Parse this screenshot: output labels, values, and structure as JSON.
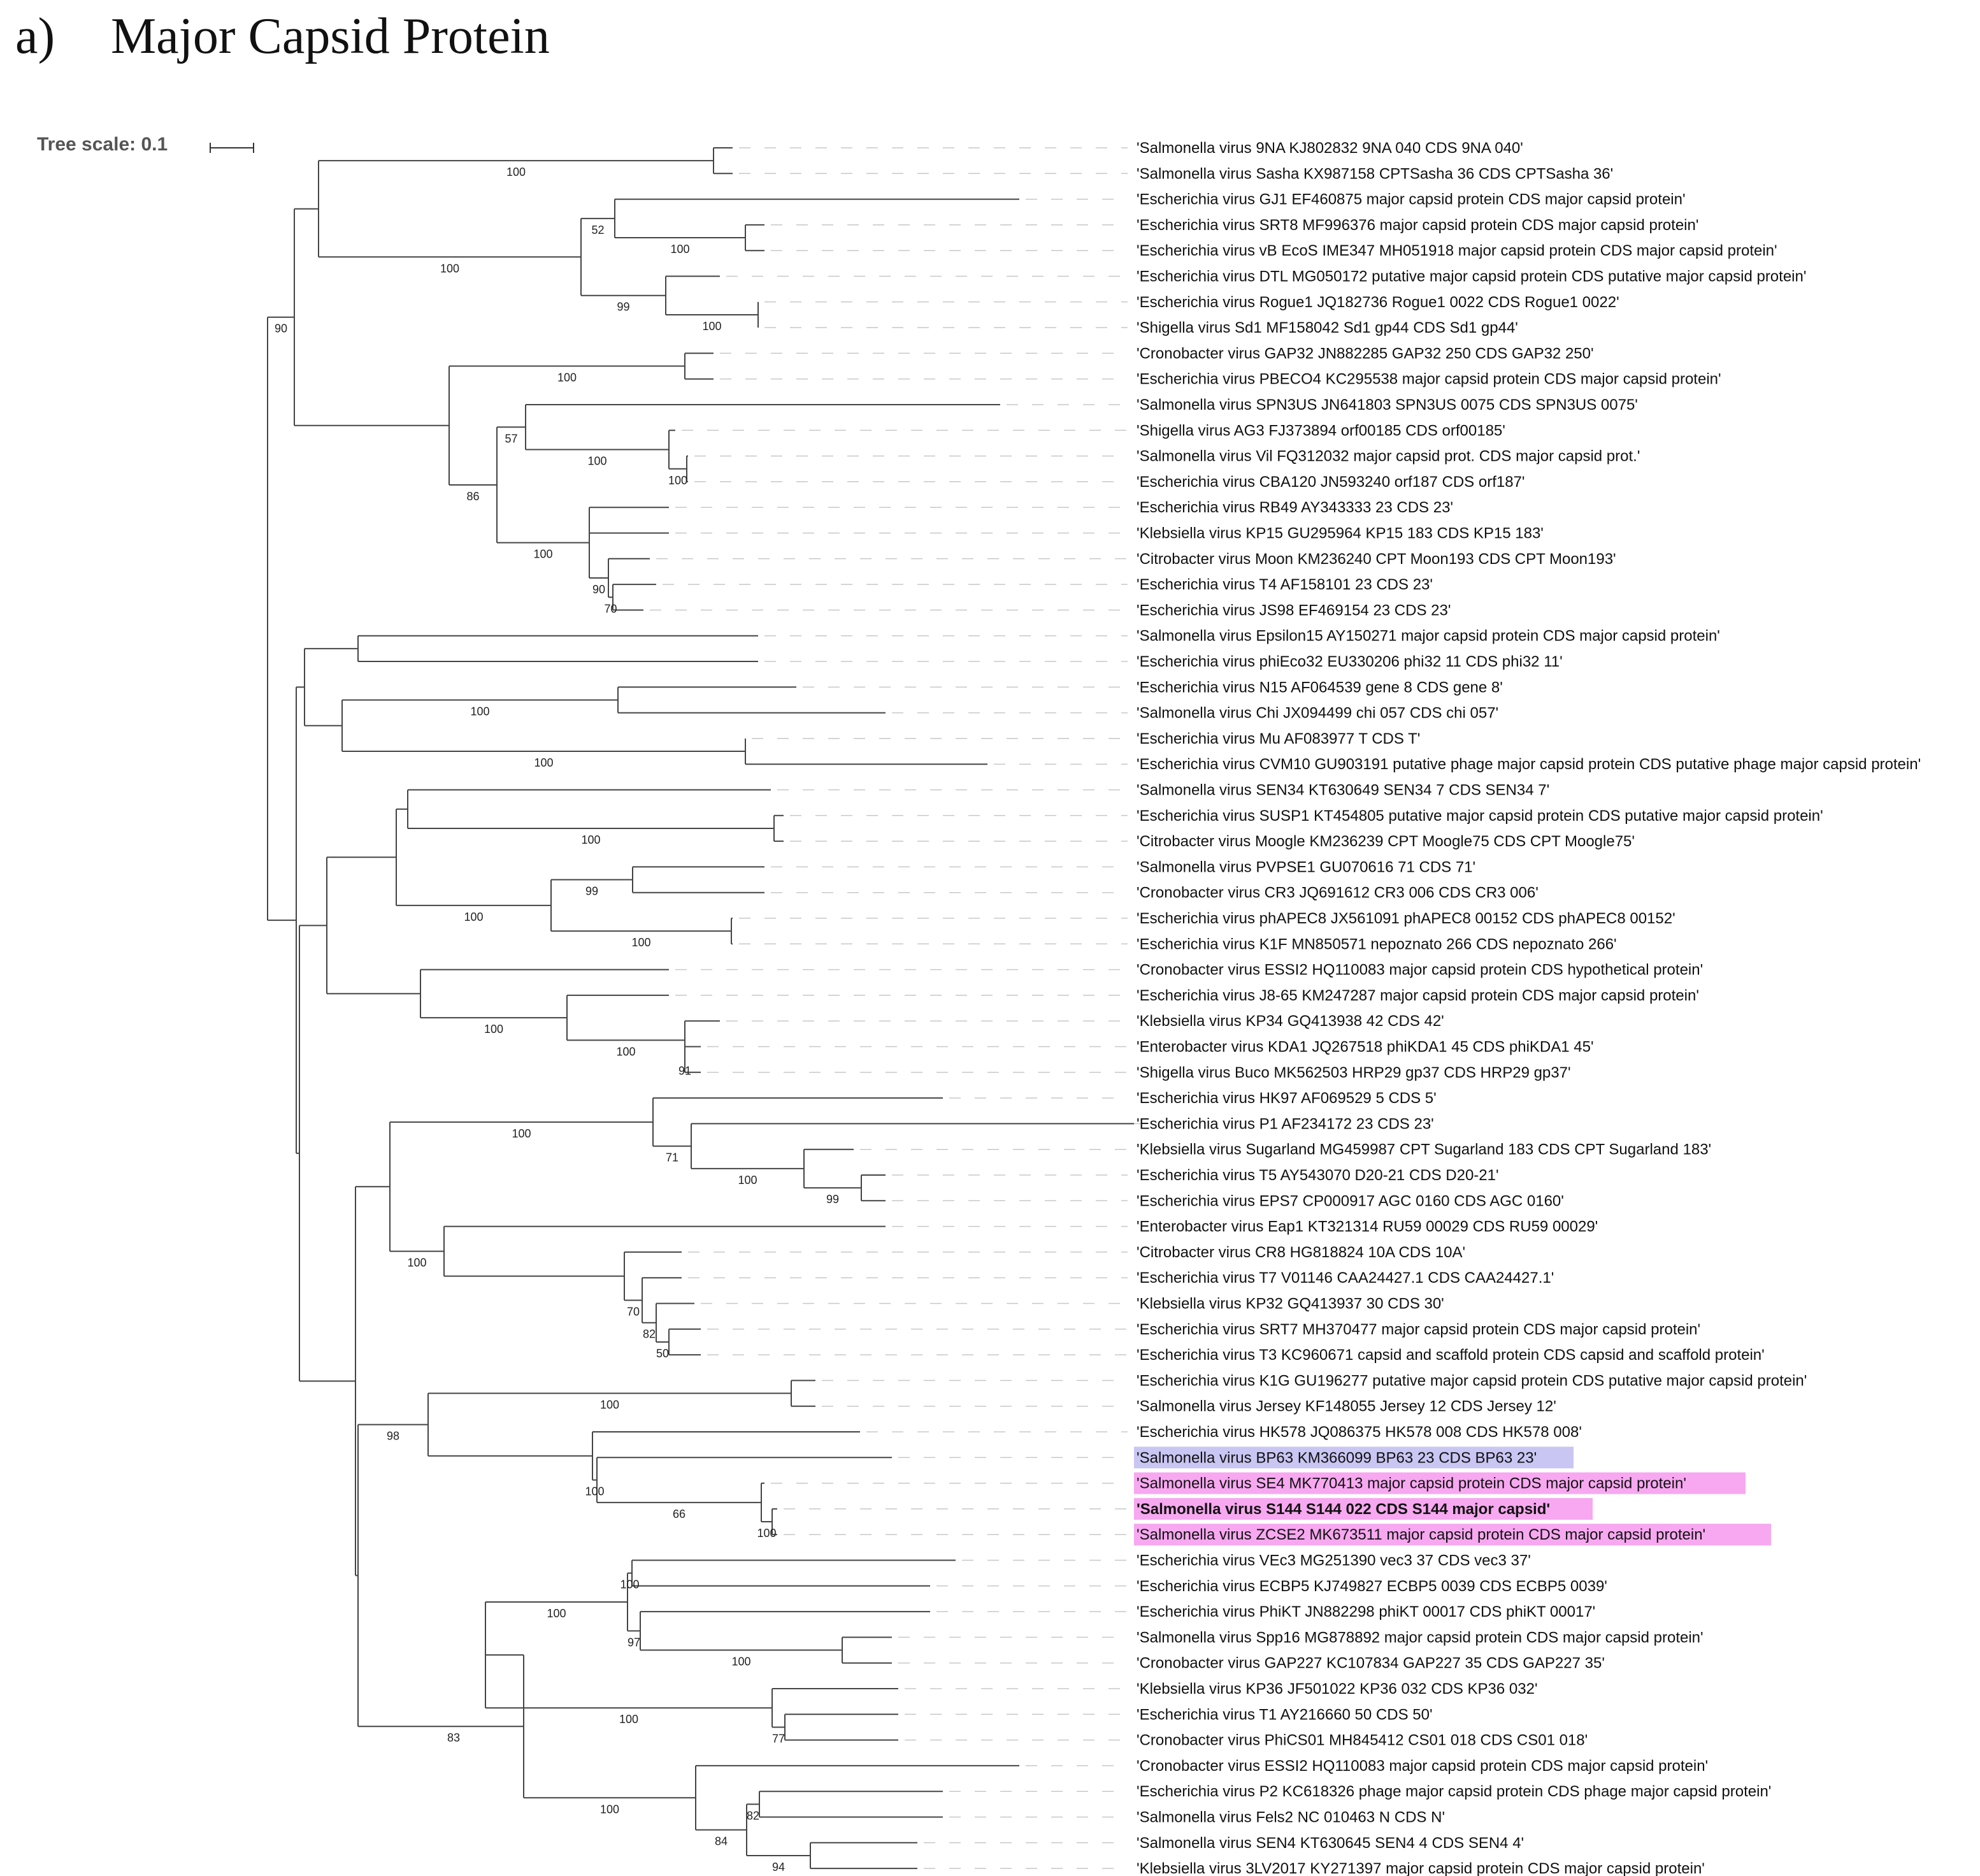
{
  "figure": {
    "panel": "a)",
    "title": "Major Capsid Protein",
    "tree_scale_label": "Tree scale: 0.1"
  },
  "colors": {
    "branch": "#444444",
    "dashes": "#c8c8c8",
    "highlight_blue": "#c9c6f3",
    "highlight_pink": "#f7a8f0"
  },
  "tree": {
    "branch_scale": 0.1,
    "leaves": [
      "'Salmonella virus 9NA KJ802832 9NA 040 CDS 9NA 040'",
      "'Salmonella virus Sasha KX987158 CPTSasha 36 CDS CPTSasha 36'",
      "'Escherichia virus GJ1 EF460875 major capsid protein CDS major capsid protein'",
      "'Escherichia virus SRT8 MF996376 major capsid protein CDS major capsid protein'",
      "'Escherichia virus vB EcoS IME347 MH051918 major capsid protein CDS major capsid protein'",
      "'Escherichia virus DTL MG050172 putative major capsid protein CDS putative major capsid protein'",
      "'Escherichia virus Rogue1 JQ182736 Rogue1 0022 CDS Rogue1 0022'",
      "'Shigella virus Sd1 MF158042 Sd1 gp44 CDS Sd1 gp44'",
      "'Cronobacter virus GAP32 JN882285 GAP32 250 CDS GAP32 250'",
      "'Escherichia virus PBECO4 KC295538 major capsid protein CDS major capsid protein'",
      "'Salmonella virus SPN3US JN641803 SPN3US 0075 CDS SPN3US 0075'",
      "'Shigella virus AG3 FJ373894 orf00185 CDS orf00185'",
      "'Salmonella virus Vil FQ312032 major capsid prot. CDS major capsid prot.'",
      "'Escherichia virus CBA120 JN593240 orf187 CDS orf187'",
      "'Escherichia virus RB49 AY343333 23 CDS 23'",
      "'Klebsiella virus KP15 GU295964 KP15 183 CDS KP15 183'",
      "'Citrobacter virus Moon KM236240 CPT Moon193 CDS CPT Moon193'",
      "'Escherichia virus T4 AF158101 23 CDS 23'",
      "'Escherichia virus JS98 EF469154 23 CDS 23'",
      "'Salmonella virus Epsilon15 AY150271 major capsid protein CDS major capsid protein'",
      "'Escherichia virus phiEco32 EU330206 phi32 11 CDS phi32 11'",
      "'Escherichia virus N15 AF064539 gene 8 CDS gene 8'",
      "'Salmonella virus Chi JX094499 chi 057 CDS chi 057'",
      "'Escherichia virus Mu AF083977 T CDS T'",
      "'Escherichia virus CVM10 GU903191 putative phage major capsid protein CDS putative phage major capsid protein'",
      "'Salmonella virus SEN34 KT630649 SEN34 7 CDS SEN34 7'",
      "'Escherichia virus SUSP1 KT454805 putative major capsid protein CDS putative major capsid protein'",
      "'Citrobacter virus Moogle KM236239 CPT Moogle75 CDS CPT Moogle75'",
      "'Salmonella virus PVPSE1 GU070616 71 CDS 71'",
      "'Cronobacter virus CR3 JQ691612 CR3 006 CDS CR3 006'",
      "'Escherichia virus phAPEC8 JX561091 phAPEC8 00152 CDS phAPEC8 00152'",
      "'Escherichia virus K1F MN850571 nepoznato 266 CDS nepoznato 266'",
      "'Cronobacter virus ESSI2 HQ110083 major capsid protein CDS hypothetical protein'",
      "'Escherichia virus J8-65 KM247287 major capsid protein CDS major capsid protein'",
      "'Klebsiella virus KP34 GQ413938 42 CDS 42'",
      "'Enterobacter virus KDA1 JQ267518 phiKDA1 45 CDS phiKDA1 45'",
      "'Shigella virus Buco MK562503 HRP29 gp37 CDS HRP29 gp37'",
      "'Escherichia virus HK97 AF069529 5 CDS 5'",
      "'Escherichia virus P1 AF234172 23 CDS 23'",
      "'Klebsiella virus Sugarland MG459987 CPT Sugarland 183 CDS CPT Sugarland 183'",
      "'Escherichia virus T5 AY543070 D20-21 CDS D20-21'",
      "'Escherichia virus EPS7 CP000917 AGC 0160 CDS AGC 0160'",
      "'Enterobacter virus Eap1 KT321314 RU59 00029 CDS RU59 00029'",
      "'Citrobacter virus CR8 HG818824 10A CDS 10A'",
      "'Escherichia virus T7 V01146 CAA24427.1 CDS CAA24427.1'",
      "'Klebsiella virus KP32 GQ413937 30 CDS 30'",
      "'Escherichia virus SRT7 MH370477 major capsid protein CDS major capsid protein'",
      "'Escherichia virus T3 KC960671 capsid and scaffold protein CDS capsid and scaffold protein'",
      "'Escherichia virus K1G GU196277 putative major capsid protein CDS putative major capsid protein'",
      "'Salmonella virus Jersey KF148055 Jersey 12 CDS Jersey 12'",
      "'Escherichia virus HK578 JQ086375 HK578 008 CDS HK578 008'",
      "'Salmonella virus BP63 KM366099 BP63 23 CDS BP63 23'",
      "'Salmonella virus SE4 MK770413 major capsid protein CDS major capsid protein'",
      "'Salmonella virus S144 S144 022 CDS S144 major capsid'",
      "'Salmonella virus ZCSE2 MK673511 major capsid protein CDS major capsid protein'",
      "'Escherichia virus VEc3 MG251390 vec3 37 CDS vec3 37'",
      "'Escherichia virus ECBP5 KJ749827 ECBP5 0039 CDS ECBP5 0039'",
      "'Escherichia virus PhiKT JN882298 phiKT 00017 CDS phiKT 00017'",
      "'Salmonella virus Spp16 MG878892 major capsid protein CDS major capsid protein'",
      "'Cronobacter virus GAP227 KC107834 GAP227 35 CDS GAP227 35'",
      "'Klebsiella virus KP36 JF501022 KP36 032 CDS KP36 032'",
      "'Escherichia virus T1 AY216660 50 CDS 50'",
      "'Cronobacter virus PhiCS01 MH845412 CS01 018 CDS CS01 018'",
      "'Cronobacter virus ESSI2 HQ110083 major capsid protein CDS major capsid protein'",
      "'Escherichia virus P2 KC618326 phage major capsid protein CDS phage major capsid protein'",
      "'Salmonella virus Fels2 NC 010463 N CDS N'",
      "'Salmonella virus SEN4 KT630645 SEN4 4 CDS SEN4 4'",
      "'Klebsiella virus 3LV2017 KY271397 major capsid protein CDS major capsid protein'"
    ],
    "highlight_blue": [
      51
    ],
    "highlight_pink": [
      52,
      53,
      54
    ],
    "bold": [
      53
    ],
    "bootstrap": [
      {
        "value": "100",
        "node": "n_9NA_Sasha"
      },
      {
        "value": "52",
        "node": "n_GJ1_SRT8"
      },
      {
        "value": "100",
        "node": "n_SRT8_vB"
      },
      {
        "value": "100",
        "node": "n_GJ1clade"
      },
      {
        "value": "99",
        "node": "n_DTL"
      },
      {
        "value": "100",
        "node": "n_Rogue_Sd1"
      },
      {
        "value": "100",
        "node": "n_GAP32"
      },
      {
        "value": "57",
        "node": "n_SPN3US"
      },
      {
        "value": "100",
        "node": "n_AG3"
      },
      {
        "value": "100",
        "node": "n_Vil_CBA"
      },
      {
        "value": "100",
        "node": "n_RB49"
      },
      {
        "value": "90",
        "node": "n_T4"
      },
      {
        "value": "70",
        "node": "n_T4_JS98"
      },
      {
        "value": "86",
        "node": "n_bigClade"
      },
      {
        "value": "90",
        "node": "n_topClade"
      },
      {
        "value": "100",
        "node": "n_N15"
      },
      {
        "value": "100",
        "node": "n_Mu"
      },
      {
        "value": "100",
        "node": "n_SUSP1"
      },
      {
        "value": "99",
        "node": "n_PVPSE1"
      },
      {
        "value": "100",
        "node": "n_phAPEC8"
      },
      {
        "value": "100",
        "node": "n_PVPSEclade"
      },
      {
        "value": "100",
        "node": "n_J865"
      },
      {
        "value": "100",
        "node": "n_KP34"
      },
      {
        "value": "91",
        "node": "n_KDA1"
      },
      {
        "value": "100",
        "node": "n_HK97"
      },
      {
        "value": "71",
        "node": "n_Sugarland"
      },
      {
        "value": "100",
        "node": "n_T5"
      },
      {
        "value": "99",
        "node": "n_EPS7"
      },
      {
        "value": "100",
        "node": "n_Eap1"
      },
      {
        "value": "70",
        "node": "n_T7"
      },
      {
        "value": "82",
        "node": "n_KP32"
      },
      {
        "value": "50",
        "node": "n_SRT7"
      },
      {
        "value": "100",
        "node": "n_K1G"
      },
      {
        "value": "100",
        "node": "n_BP63"
      },
      {
        "value": "66",
        "node": "n_SE4"
      },
      {
        "value": "100",
        "node": "n_S144"
      },
      {
        "value": "98",
        "node": "n_JerseyClade"
      },
      {
        "value": "100",
        "node": "n_ECBP5"
      },
      {
        "value": "100",
        "node": "n_VEc3"
      },
      {
        "value": "97",
        "node": "n_Spp16"
      },
      {
        "value": "100",
        "node": "n_GAP227"
      },
      {
        "value": "100",
        "node": "n_KP36"
      },
      {
        "value": "77",
        "node": "n_T1"
      },
      {
        "value": "100",
        "node": "n_P2clade"
      },
      {
        "value": "82",
        "node": "n_P2"
      },
      {
        "value": "84",
        "node": "n_Fels2"
      },
      {
        "value": "94",
        "node": "n_SEN4"
      },
      {
        "value": "83",
        "node": "n_lastClade"
      }
    ]
  }
}
